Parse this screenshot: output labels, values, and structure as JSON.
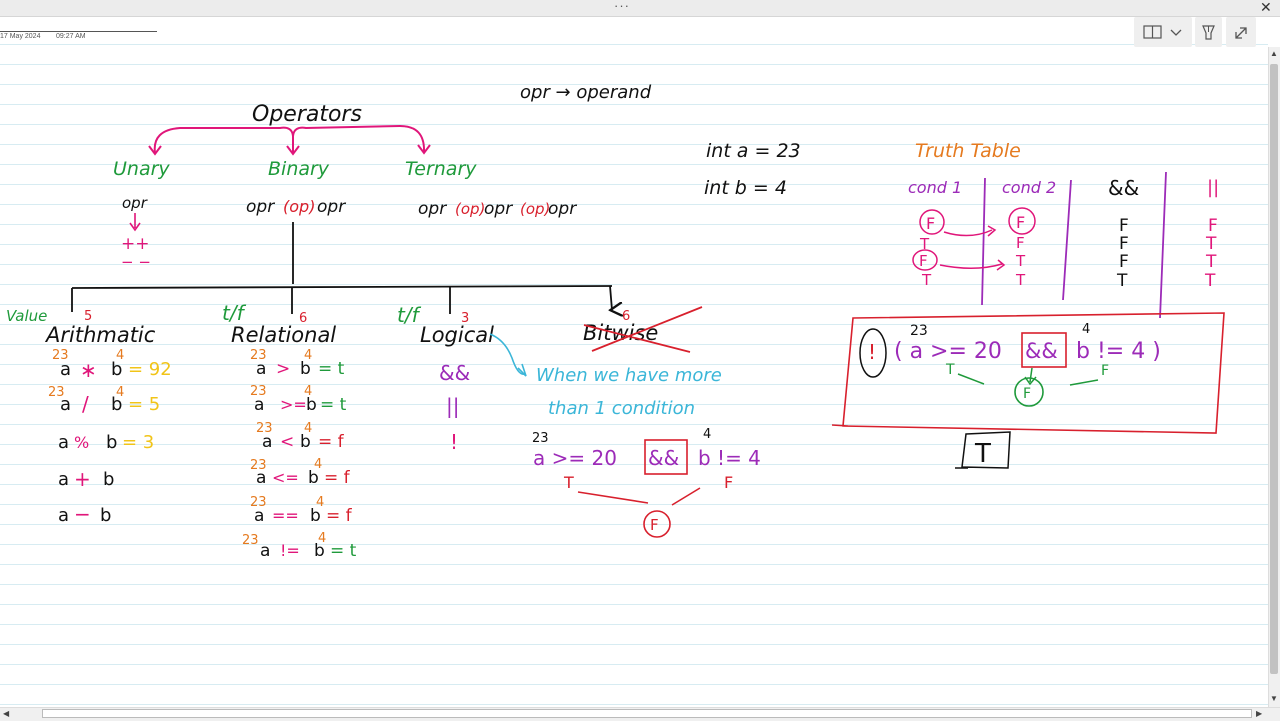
{
  "window": {
    "menu_dots": "···",
    "close_glyph": "✕"
  },
  "page": {
    "date": "17 May 2024",
    "time": "09:27 AM"
  },
  "toolbar": {
    "view_icon": "panel-view-icon",
    "dropdown_icon": "chevron-down-icon",
    "pen_icon": "pen-icon",
    "expand_icon": "expand-icon"
  },
  "scroll": {
    "up": "▲",
    "down": "▼",
    "left": "◀",
    "right": "▶"
  },
  "colors": {
    "pink": "#e0167a",
    "green": "#1f9a3b",
    "purple": "#9c2bb8",
    "orange": "#e57a1f",
    "red": "#d8202d",
    "yellow": "#f1c418",
    "cyan": "#3bb6d8",
    "black": "#111111"
  },
  "notes": {
    "opr_note": "opr → operand",
    "operators": "Operators",
    "unary": "Unary",
    "binary": "Binary",
    "ternary": "Ternary",
    "unary_form": "opr",
    "binary_form_1": "opr",
    "binary_op": "(op)",
    "binary_form_2": "opr",
    "ternary_1": "opr",
    "ternary_op1": "(op)",
    "ternary_2": "opr",
    "ternary_op2": "(op)",
    "ternary_3": "opr",
    "unary_pp": "++",
    "unary_mm": "− −",
    "int_a": "int a = 23",
    "int_b": "int b = 4",
    "value_label": "Value",
    "tf_1": "t/f",
    "tf_2": "t/f",
    "num_5": "5",
    "num_6a": "6",
    "num_3": "3",
    "num_6b": "6",
    "arithmetic": "Arithmatic",
    "relational": "Relational",
    "logical": "Logical",
    "bitwise": "Bitwise",
    "ar_rows": [
      {
        "sup_a": "23",
        "a": "a",
        "op": "∗",
        "sup_b": "4",
        "b": "b",
        "res": "= 92"
      },
      {
        "sup_a": "23",
        "a": "a",
        "op": "/",
        "sup_b": "4",
        "b": "b",
        "res": "= 5"
      },
      {
        "sup_a": "",
        "a": "a",
        "op": "%",
        "sup_b": "",
        "b": "b",
        "res": "= 3"
      },
      {
        "sup_a": "",
        "a": "a",
        "op": "+",
        "sup_b": "",
        "b": "b",
        "res": ""
      },
      {
        "sup_a": "",
        "a": "a",
        "op": "−",
        "sup_b": "",
        "b": "b",
        "res": ""
      }
    ],
    "rel_rows": [
      {
        "sup_a": "23",
        "a": "a",
        "op": ">",
        "sup_b": "4",
        "b": "b",
        "res": "= t"
      },
      {
        "sup_a": "23",
        "a": "a",
        "op": ">=",
        "sup_b": "4",
        "b": "b",
        "res": "= t"
      },
      {
        "sup_a": "23",
        "a": "a",
        "op": "<",
        "sup_b": "4",
        "b": "b",
        "res": "= f"
      },
      {
        "sup_a": "23",
        "a": "a",
        "op": "<=",
        "sup_b": "4",
        "b": "b",
        "res": "= f"
      },
      {
        "sup_a": "23",
        "a": "a",
        "op": "==",
        "sup_b": "4",
        "b": "b",
        "res": "= f"
      },
      {
        "sup_a": "23",
        "a": "a",
        "op": "!=",
        "sup_b": "4",
        "b": "b",
        "res": "= t"
      }
    ],
    "logical_ops": [
      "&&",
      "||",
      "!"
    ],
    "when_1": "When we have more",
    "when_2": "than 1 condition",
    "ex_sup_a": "23",
    "ex_a": "a >= 20",
    "ex_and": "&&",
    "ex_sup_b": "4",
    "ex_b": "b != 4",
    "ex_T": "T",
    "ex_F": "F",
    "ex_result": "F",
    "truth_title": "Truth Table",
    "tt_headers": [
      "cond 1",
      "cond 2",
      "&&",
      "||"
    ],
    "tt_rows": [
      [
        "F",
        "F",
        "F",
        "F"
      ],
      [
        "T",
        "F",
        "F",
        "T"
      ],
      [
        "F",
        "T",
        "F",
        "T"
      ],
      [
        "T",
        "T",
        "T",
        "T"
      ]
    ],
    "not_sym": "!",
    "big_sup_a": "23",
    "big_a": "( a >= 20",
    "big_and": "&&",
    "big_sup_b": "4",
    "big_b": "b != 4 )",
    "big_T": "T",
    "big_F": "F",
    "big_mid": "F",
    "final_result": "T"
  }
}
